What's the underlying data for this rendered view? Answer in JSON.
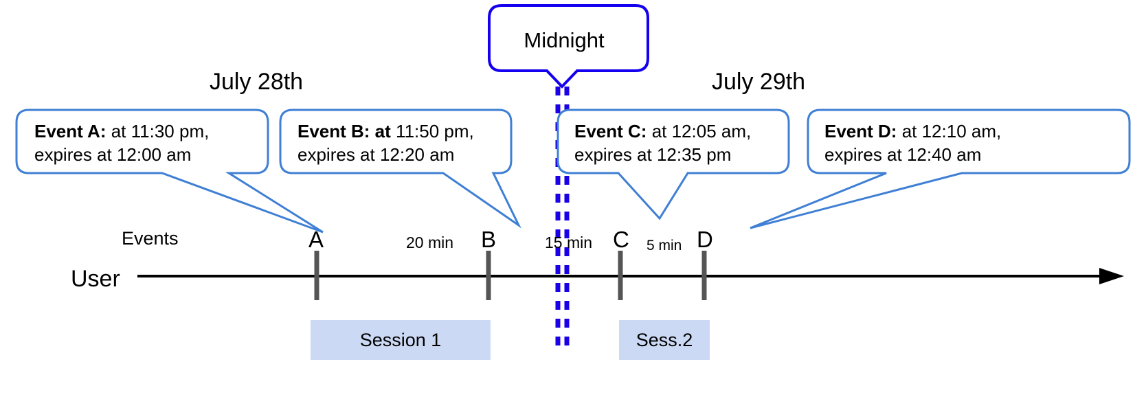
{
  "diagram": {
    "title_bubble": {
      "label": "Midnight"
    },
    "dates": [
      {
        "label": "July 28th"
      },
      {
        "label": "July 29th"
      }
    ],
    "axis": {
      "row_label": "User",
      "events_label": "Events"
    },
    "callouts": [
      {
        "id": "event-a",
        "bold": "Event A:",
        "rest_line1": " at 11:30 pm,",
        "line2": "expires at 12:00 am"
      },
      {
        "id": "event-b",
        "bold": "Event B: at",
        "rest_line1": " 11:50 pm,",
        "line2": "expires at 12:20 am"
      },
      {
        "id": "event-c",
        "bold": "Event C:",
        "rest_line1": " at 12:05 am,",
        "line2": "expires at 12:35 pm"
      },
      {
        "id": "event-d",
        "bold": "Event D:",
        "rest_line1": "  at 12:10 am,",
        "line2": "expires at 12:40 am"
      }
    ],
    "markers": [
      {
        "letter": "A"
      },
      {
        "letter": "B"
      },
      {
        "letter": "C"
      },
      {
        "letter": "D"
      }
    ],
    "gaps": [
      {
        "label": "20 min"
      },
      {
        "label": "15 min"
      },
      {
        "label": "5 min"
      }
    ],
    "sessions": [
      {
        "label": "Session 1"
      },
      {
        "label": "Sess.2"
      }
    ],
    "colors": {
      "callout_border": "#3f7fd4",
      "midnight_border": "#1400ee",
      "midnight_dash": "#1a00e6",
      "session_fill": "#ccd9f4",
      "axis": "#000000",
      "tick": "#555555"
    }
  }
}
